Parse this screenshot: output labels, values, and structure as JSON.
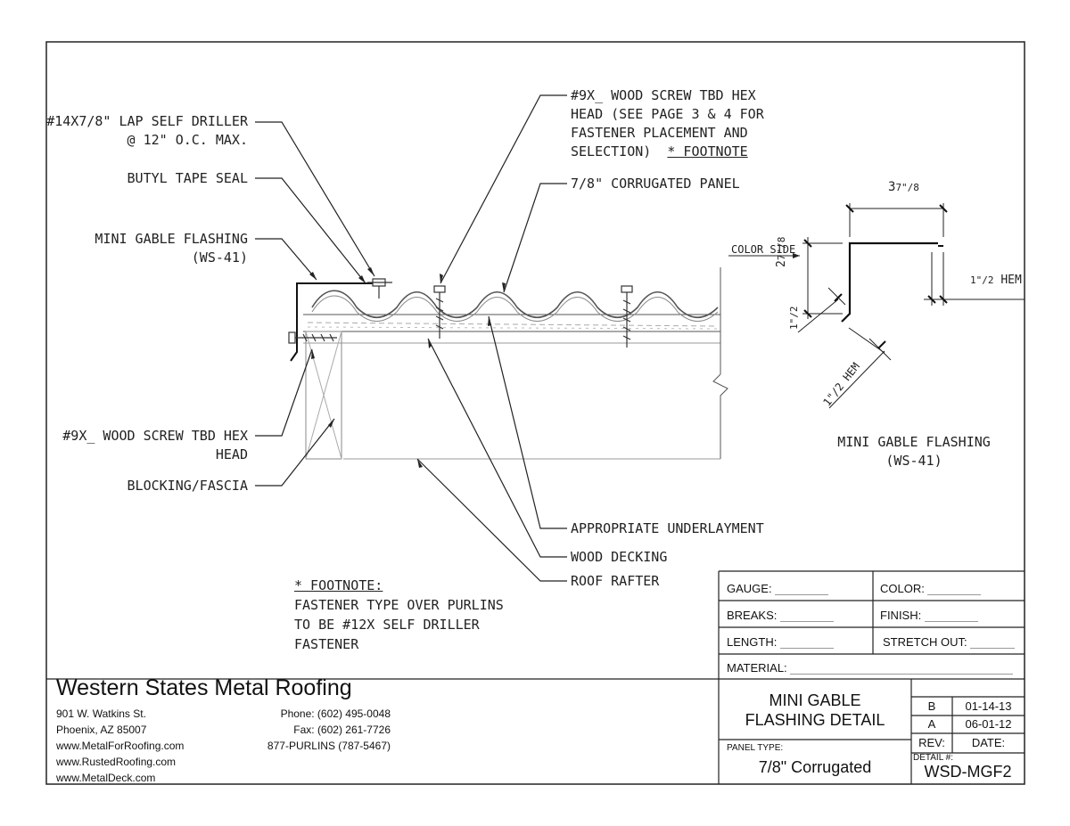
{
  "callouts": {
    "lap_self_driller": [
      "#14X7/8\" LAP SELF DRILLER",
      "@ 12\" O.C. MAX."
    ],
    "butyl_tape": "BUTYL TAPE SEAL",
    "mini_gable_flashing": [
      "MINI GABLE FLASHING",
      "(WS-41)"
    ],
    "wood_screw_top": [
      "#9X_ WOOD SCREW TBD HEX",
      "HEAD (SEE PAGE 3 & 4 FOR",
      "FASTENER PLACEMENT AND",
      "SELECTION)"
    ],
    "footnote_ref": "* FOOTNOTE",
    "corrugated_panel": "7/8\" CORRUGATED PANEL",
    "wood_screw_left": [
      "#9X_ WOOD SCREW TBD HEX",
      "HEAD"
    ],
    "blocking": "BLOCKING/FASCIA",
    "underlayment": "APPROPRIATE UNDERLAYMENT",
    "wood_decking": "WOOD DECKING",
    "roof_rafter": "ROOF RAFTER"
  },
  "footnote": {
    "title": "* FOOTNOTE:",
    "lines": [
      "FASTENER TYPE OVER PURLINS",
      "TO BE #12X SELF DRILLER",
      "FASTENER"
    ]
  },
  "profile": {
    "top_dim": "3",
    "top_frac": "7\"/8",
    "color_side": "COLOR SIDE",
    "left_dim": "2",
    "left_frac": "7\"/8",
    "hem_right_frac": "1\"/2",
    "hem_right_text": "HEM",
    "hem_left_frac": "1\"/2",
    "hem_bottom": "1\"/2 HEM",
    "caption": [
      "MINI GABLE FLASHING",
      "(WS-41)"
    ]
  },
  "spec": {
    "gauge": "GAUGE:",
    "color": "COLOR:",
    "breaks": "BREAKS:",
    "finish": "FINISH:",
    "length": "LENGTH:",
    "stretch_out": "STRETCH OUT:",
    "material": "MATERIAL:"
  },
  "company": {
    "name": "Western States Metal Roofing",
    "address1": "901 W. Watkins St.",
    "address2": "Phoenix, AZ 85007",
    "web1": "www.MetalForRoofing.com",
    "web2": "www.RustedRoofing.com",
    "web3": "www.MetalDeck.com",
    "phone": "Phone: (602) 495-0048",
    "fax": "Fax: (602) 261-7726",
    "tollfree": "877-PURLINS (787-5467)"
  },
  "titleblock": {
    "title1": "MINI GABLE",
    "title2": "FLASHING DETAIL",
    "panel_type_label": "PANEL TYPE:",
    "panel_type": "7/8\" Corrugated",
    "revisions": [
      {
        "rev": "B",
        "date": "01-14-13"
      },
      {
        "rev": "A",
        "date": "06-01-12"
      }
    ],
    "rev_label": "REV:",
    "date_label": "DATE:",
    "detail_label": "DETAIL #:",
    "detail_no": "WSD-MGF2"
  }
}
